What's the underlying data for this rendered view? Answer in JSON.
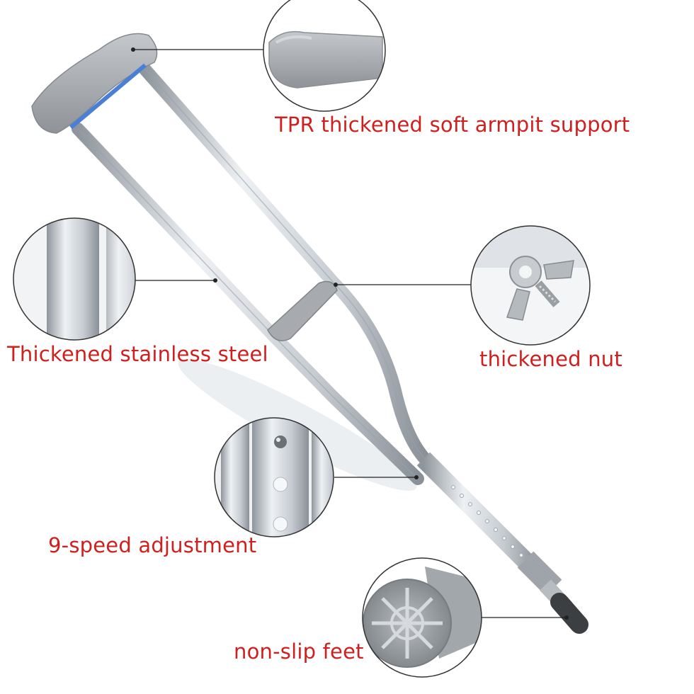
{
  "callouts": {
    "armpit_support": "TPR thickened soft armpit support",
    "stainless_steel": "Thickened stainless steel",
    "nut": "thickened nut",
    "adjustment": "9-speed adjustment",
    "feet": "non-slip feet"
  },
  "colors": {
    "label_red": "#d01f1f",
    "tube_silver": "#c9ced3",
    "pad_gray": "#a4a8ad",
    "pad_insert_blue": "#4a7fd8",
    "leader_line": "#222222"
  }
}
